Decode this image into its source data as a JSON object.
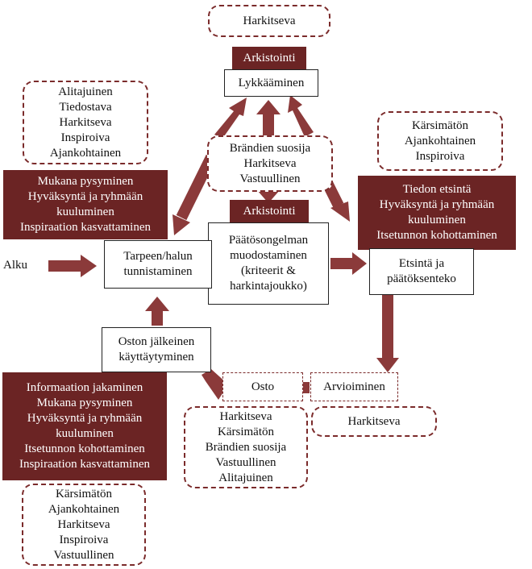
{
  "start_label": "Alku",
  "stages": {
    "need": [
      "Tarpeen/halun",
      "tunnistaminen"
    ],
    "problem": [
      "Päätösongelman",
      "muodostaminen",
      "(kriteerit &",
      "harkintajoukko)"
    ],
    "search": [
      "Etsintä ja",
      "päätöksenteko"
    ],
    "evaluation": "Arvioiminen",
    "purchase": "Osto",
    "post": [
      "Oston jälkeinen",
      "käyttäytyminen"
    ],
    "postpone": "Lykkääminen"
  },
  "archive_labels": {
    "top": "Arkistointi",
    "middle": "Arkistointi"
  },
  "motive_boxes": {
    "need": [
      "Mukana pysyminen",
      "Hyväksyntä ja ryhmään",
      "kuuluminen",
      "Inspiraation kasvattaminen"
    ],
    "search": [
      "Tiedon etsintä",
      "Hyväksyntä ja ryhmään",
      "kuuluminen",
      "Itsetunnon kohottaminen"
    ],
    "post": [
      "Informaation jakaminen",
      "Mukana pysyminen",
      "Hyväksyntä ja ryhmään",
      "kuuluminen",
      "Itsetunnon kohottaminen",
      "Inspiraation kasvattaminen"
    ]
  },
  "segment_boxes": {
    "top": [
      "Harkitseva"
    ],
    "top_left": [
      "Alitajuinen",
      "Tiedostava",
      "Harkitseva",
      "Inspiroiva",
      "Ajankohtainen"
    ],
    "middle": [
      "Brändien suosija",
      "Harkitseva",
      "Vastuullinen"
    ],
    "right": [
      "Kärsimätön",
      "Ajankohtainen",
      "Inspiroiva"
    ],
    "evaluation": [
      "Harkitseva"
    ],
    "purchase": [
      "Harkitseva",
      "Kärsimätön",
      "Brändien suosija",
      "Vastuullinen",
      "Alitajuinen"
    ],
    "bottom_left": [
      "Kärsimätön",
      "Ajankohtainen",
      "Harkitseva",
      "Inspiroiva",
      "Vastuullinen"
    ]
  },
  "colors": {
    "dark_fill": "#6b2424",
    "arrow": "#8b3a3a",
    "dash": "#7b2b2b"
  }
}
